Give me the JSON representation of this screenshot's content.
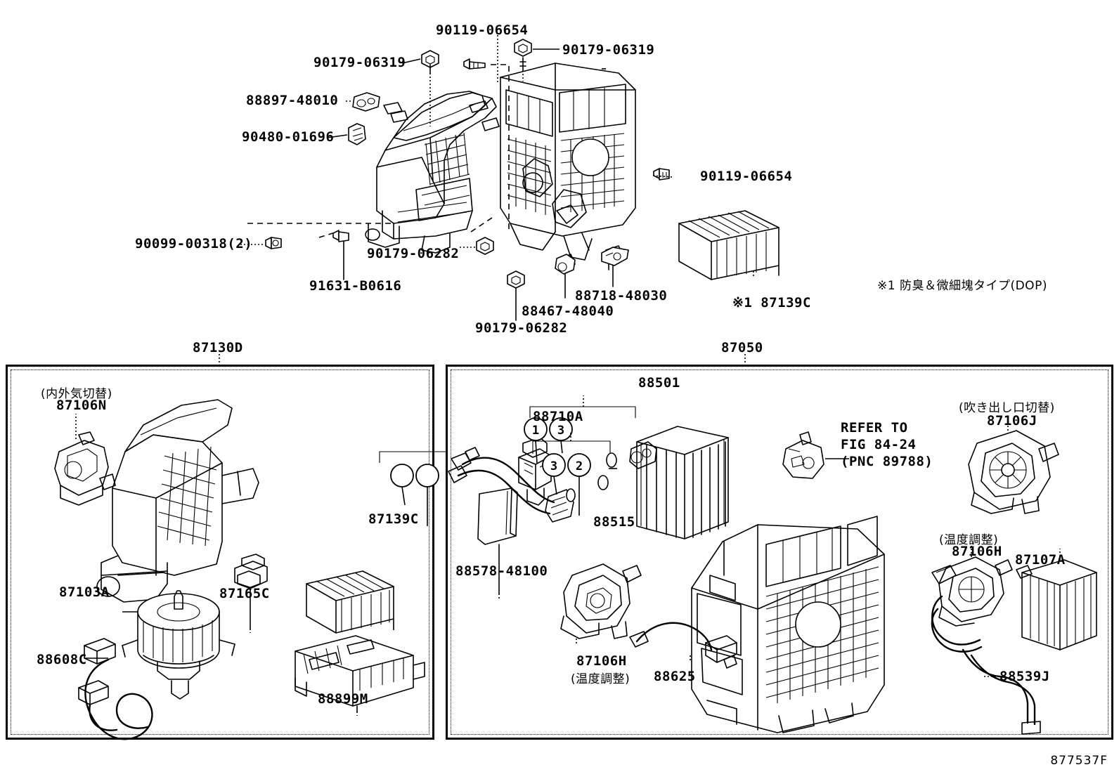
{
  "diagram": {
    "footer_code": "877537F",
    "note_dop": "※1 防臭＆微細塊タイプ(DOP)"
  },
  "top_section": {
    "labels": [
      {
        "id": "l1",
        "text": "90119-06654"
      },
      {
        "id": "l2",
        "text": "90179-06319"
      },
      {
        "id": "l3",
        "text": "90179-06319"
      },
      {
        "id": "l4",
        "text": "88897-48010"
      },
      {
        "id": "l5",
        "text": "90480-01696"
      },
      {
        "id": "l6",
        "text": "90119-06654"
      },
      {
        "id": "l7",
        "text": "90099-00318(2)"
      },
      {
        "id": "l8",
        "text": "90179-06282"
      },
      {
        "id": "l9",
        "text": "91631-B0616"
      },
      {
        "id": "l10",
        "text": "88718-48030"
      },
      {
        "id": "l11",
        "text": "88467-48040"
      },
      {
        "id": "l12",
        "text": "90179-06282"
      },
      {
        "id": "l13",
        "text": "※1 87139C"
      }
    ]
  },
  "left_panel": {
    "header": "87130D",
    "labels": [
      {
        "id": "p1_jp",
        "text": "(内外気切替)"
      },
      {
        "id": "p1",
        "text": "87106N"
      },
      {
        "id": "p2",
        "text": "87139C"
      },
      {
        "id": "p3",
        "text": "87103A"
      },
      {
        "id": "p4",
        "text": "87165C"
      },
      {
        "id": "p5",
        "text": "88608C"
      },
      {
        "id": "p6",
        "text": "88899M"
      }
    ]
  },
  "right_panel": {
    "header": "87050",
    "labels": [
      {
        "id": "r1",
        "text": "88501"
      },
      {
        "id": "r2",
        "text": "88710A"
      },
      {
        "id": "r3",
        "text": "88515"
      },
      {
        "id": "r4",
        "text": "88578-48100"
      },
      {
        "id": "r5",
        "text": "87106H"
      },
      {
        "id": "r5b",
        "text": "(温度調整)"
      },
      {
        "id": "r6",
        "text": "88625"
      },
      {
        "id": "r7",
        "text": "88539J"
      },
      {
        "id": "r8",
        "text": "87107A"
      },
      {
        "id": "r9",
        "text": "87106H"
      },
      {
        "id": "r9b",
        "text": "(温度調整)"
      },
      {
        "id": "r10",
        "text": "87106J"
      },
      {
        "id": "r10b",
        "text": "(吹き出し口切替)"
      }
    ],
    "refer": {
      "line1": "REFER TO",
      "line2": "FIG 84-24",
      "line3": "(PNC 89788)"
    },
    "callout_88501": [
      "1",
      "3"
    ],
    "callout_88710A": [
      "3",
      "2"
    ]
  }
}
